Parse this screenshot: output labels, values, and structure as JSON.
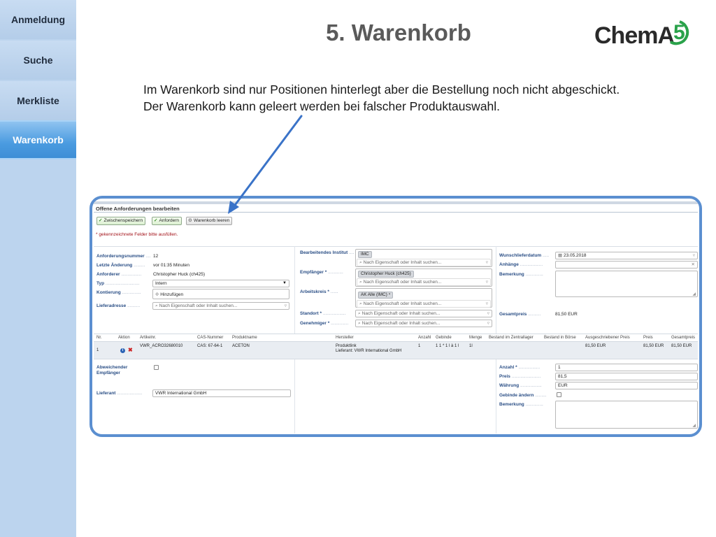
{
  "nav": {
    "items": [
      {
        "label": "Anmeldung",
        "active": false
      },
      {
        "label": "Suche",
        "active": false
      },
      {
        "label": "Merkliste",
        "active": false
      },
      {
        "label": "Warenkorb",
        "active": true
      }
    ]
  },
  "slide": {
    "title": "5. Warenkorb",
    "logo_text": "ChemA",
    "logo_number": "5",
    "description_line1": "Im Warenkorb sind nur Positionen hinterlegt aber die Bestellung noch nicht abgeschickt.",
    "description_line2": "Der Warenkorb kann geleert werden bei falscher Produktauswahl."
  },
  "colors": {
    "accent": "#5b8fd0",
    "nav_bg": "#bcd4ee",
    "nav_active": "#4a9be0",
    "label": "#2b4f86",
    "required": "#a3131a"
  },
  "app": {
    "header": "Offene Anforderungen bearbeiten",
    "toolbar": {
      "save_label": "Zwischenspeichern",
      "request_label": "Anfordern",
      "clear_label": "Warenkorb leeren"
    },
    "required_note": "* gekennzeichnete Felder bitte ausfüllen.",
    "search_placeholder": "Nach Eigenschaft oder Inhalt suchen...",
    "left": {
      "request_number_label": "Anforderungsnummer",
      "request_number_value": "12",
      "last_change_label": "Letzte Änderung",
      "last_change_value": "vor 01:35 Minuten",
      "requester_label": "Anforderer",
      "requester_value": "Christopher Huck (ch425)",
      "type_label": "Typ",
      "type_value": "Intern",
      "account_label": "Kontierung",
      "account_add_label": "Hinzufügen",
      "delivery_address_label": "Lieferadresse"
    },
    "middle": {
      "institute_label": "Bearbeitendes Institut",
      "institute_value": "IMC",
      "recipient_label": "Empfänger *",
      "recipient_value": "Christopher Huck (ch425)",
      "workgroup_label": "Arbeitskreis *",
      "workgroup_value": "AK Alle (IMC)",
      "location_label": "Standort *",
      "approver_label": "Genehmiger *"
    },
    "right": {
      "desired_date_label": "Wunschlieferdatum",
      "desired_date_value": "23.05.2018",
      "attachments_label": "Anhänge",
      "remark_label": "Bemerkung",
      "total_label": "Gesamtpreis",
      "total_value": "81,50 EUR"
    },
    "grid": {
      "columns": [
        "Nr.",
        "Aktion",
        "Artikelnr.",
        "CAS-Nummer",
        "Produktname",
        "Hersteller",
        "Anzahl",
        "Gebinde",
        "Menge",
        "Bestand im Zentrallager",
        "Bestand in Börse",
        "Ausgeschriebener Preis",
        "Preis",
        "Gesamtpreis"
      ],
      "row": {
        "nr": "1",
        "article_no": "VWR_ACRO32680010",
        "cas": "CAS: 67-64-1",
        "product": "ACETON",
        "manufacturer_line1": "Produktlink",
        "manufacturer_line2": "Lieferant: VWR International GmbH",
        "count": "1",
        "container": "1 1 * 1 l à 1 l",
        "amount": "1l",
        "stock_central": "",
        "stock_exchange": "",
        "listed_price": "81,50 EUR",
        "price": "81,50 EUR",
        "total": "81,50 EUR"
      }
    },
    "bottom": {
      "alt_recipient_label_1": "Abweichender",
      "alt_recipient_label_2": "Empfänger",
      "supplier_label": "Lieferant",
      "supplier_value": "VWR International GmbH",
      "count_label": "Anzahl *",
      "count_value": "1",
      "price_label": "Preis",
      "price_value": "81,5",
      "currency_label": "Währung",
      "currency_value": "EUR",
      "change_container_label": "Gebinde ändern",
      "remark_label": "Bemerkung"
    }
  }
}
